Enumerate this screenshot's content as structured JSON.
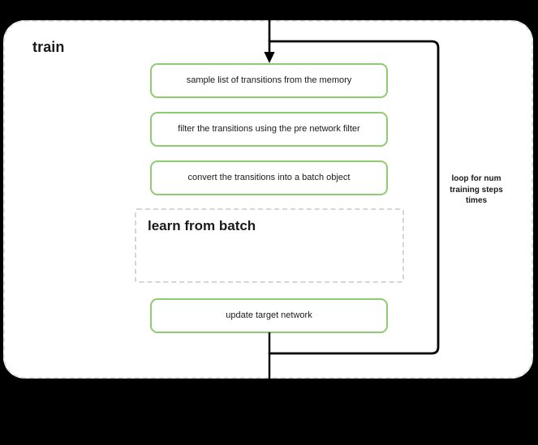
{
  "diagram": {
    "background_color": "#000000",
    "block": {
      "title": "train",
      "border_color": "#e0e0e0",
      "fill_color": "#ffffff"
    },
    "accent_color": "#8fcc71",
    "steps": [
      {
        "label": "sample list of transitions from the memory"
      },
      {
        "label": "filter the transitions using the pre network filter"
      },
      {
        "label": "convert the transitions into a batch object"
      },
      {
        "label": "update target network"
      }
    ],
    "sub_block": {
      "title": "learn from batch",
      "border_color": "#d6d6d6"
    },
    "loop": {
      "caption_line1": "loop for num",
      "caption_line2": "training steps",
      "caption_line3": "times",
      "caption": "loop for num training steps times"
    }
  }
}
